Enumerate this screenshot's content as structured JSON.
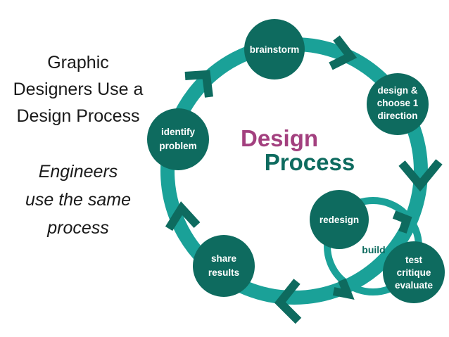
{
  "left_panel": {
    "heading_lines": [
      "Graphic",
      "Designers Use a",
      "Design Process"
    ],
    "subtext_lines": [
      "Engineers",
      "use the same",
      "process"
    ]
  },
  "diagram": {
    "center_title": {
      "line1": "Design",
      "line2": "Process"
    },
    "nodes": {
      "brainstorm": [
        "brainstorm"
      ],
      "design": [
        "design &",
        "choose 1",
        "direction"
      ],
      "test": [
        "test",
        "critique",
        "evaluate"
      ],
      "share": [
        "share",
        "results"
      ],
      "identify": [
        "identify",
        "problem"
      ],
      "redesign": [
        "redesign"
      ]
    },
    "loop_label": "build",
    "colors": {
      "ring": "#1aa198",
      "node": "#0e6b5f",
      "title_design": "#a3407f",
      "title_process": "#0e6b5f"
    }
  }
}
